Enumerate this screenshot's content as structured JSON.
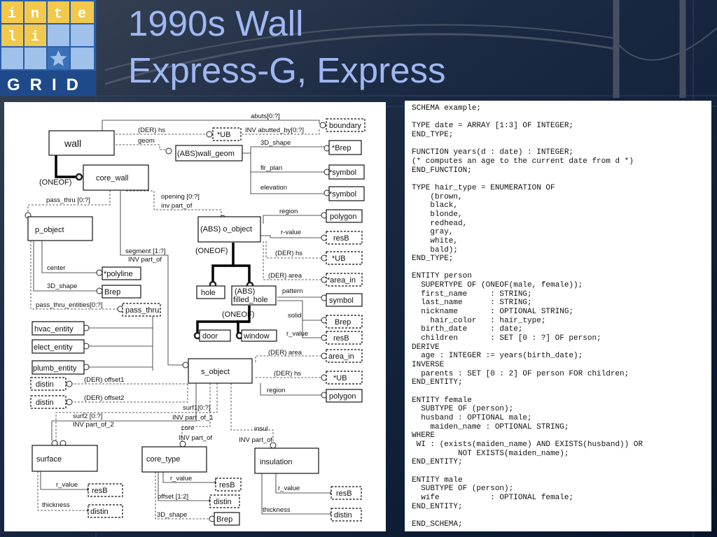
{
  "slide": {
    "title_line1": "1990s Wall",
    "title_line2": "Express-G, Express"
  },
  "logo": {
    "letters": [
      "i",
      "n",
      "t",
      "e",
      "l",
      "i"
    ],
    "bottom_text": "GRID",
    "icon": "star-icon"
  },
  "colors": {
    "background": "#0b1a33",
    "title": "#9fb8f3",
    "logo_blue": "#3a70b8",
    "logo_yellow": "#f2c94c",
    "logo_light": "#ffffff"
  },
  "diagram": {
    "entities": {
      "wall": "wall",
      "core_wall": "core_wall",
      "wall_geom": "(ABS)wall_geom",
      "p_object": "p_object",
      "o_object": "(ABS) o_object",
      "hole": "hole",
      "filled_hole_1": "(ABS)",
      "filled_hole_2": "filled_hole",
      "door": "door",
      "window": "window",
      "s_object": "s_object",
      "surface": "surface",
      "core_type": "core_type",
      "insulation": "insulation"
    },
    "types": {
      "boundary": "boundary",
      "ub1": "*UB",
      "brep1": "*Brep",
      "symbol1": "*symbol",
      "symbol2": "*symbol",
      "polygon1": "polygon",
      "resb1": "resB",
      "ub2": "*UB",
      "area_in1": "*area_in",
      "symbol3": "symbol",
      "brep2": "Brep",
      "resb2": "resB",
      "polyline": "*polyline",
      "brep3": "Brep",
      "pass_thru": "pass_thru",
      "hvac_entity": "hvac_entity",
      "elect_entity": "elect_entity",
      "plumb_entity": "plumb_entity",
      "area_in2": "area_in",
      "ub3": "*UB",
      "polygon2": "polygon",
      "distin1": "distin",
      "distin2": "distin",
      "resb3": "resB",
      "distin3": "distin",
      "resb4": "resB",
      "distin4": "distin",
      "brep4": "Brep",
      "resb5": "resB",
      "distin5": "distin"
    },
    "labels": {
      "abuts": "abuts[0:?]",
      "der_hs1": "(DER) hs",
      "inv_abutted_by": "INV abutted_by[0:?]",
      "geom": "geom",
      "shape_3d1": "3D_shape",
      "flr_plan": "flr_plan",
      "elevation": "elevation",
      "oneof1": "(ONEOF)",
      "opening": "opening [0:?]",
      "inv_part_of1": "inv part_of",
      "pass_thru_rel": "pass_thru [0:?]",
      "region1": "region",
      "r_value1": "r-value",
      "der_hs2": "(DER) hs",
      "der_area1": "(DER) area",
      "pattern": "pattern",
      "solid": "solid",
      "r_value2": "r_value",
      "oneof2": "(ONEOF)",
      "oneof3": "(ONEOF)",
      "segment": "segment [1:?]",
      "inv_part_of2": "INV part_of",
      "center": "center",
      "shape_3d2": "3D_shape",
      "pass_thru_entities": "pass_thru_entities[0:?]",
      "der_area2": "(DER) area",
      "der_hs3": "(DER) hs",
      "region2": "region",
      "der_offset1": "(DER) offset1",
      "der_offset2": "(DER) offset2",
      "surf1": "surf1[0:?]",
      "surf2": "surf2 [0:?]",
      "inv_part_of_1": "INV part_of_1",
      "inv_part_of_2": "INV part_of_2",
      "core": "core",
      "inv_part_of3": "INV part_of",
      "insul": "insul",
      "inv_part_of4": "INV part_of",
      "r_value3": "r_value",
      "thickness1": "thickness",
      "r_value4": "r_value",
      "offset": "offset [1:2]",
      "shape_3d3": "3D_shape",
      "r_value5": "r_value",
      "thickness2": "thickness"
    }
  },
  "schema_text": "SCHEMA example;\n\nTYPE date = ARRAY [1:3] OF INTEGER;\nEND_TYPE;\n\nFUNCTION years(d : date) : INTEGER;\n(* computes an age to the current date from d *)\nEND_FUNCTION;\n\nTYPE hair_type = ENUMERATION OF\n    (brown,\n    black,\n    blonde,\n    redhead,\n    gray,\n    white,\n    bald);\nEND_TYPE;\n\nENTITY person\n  SUPERTYPE OF (ONEOF(male, female));\n  first_name     : STRING;\n  last_name      : STRING;\n  nickname       : OPTIONAL STRING;\n    hair_color   : hair_type;\n  birth_date     : date;\n  children       : SET [0 : ?] OF person;\nDERIVE\n  age : INTEGER := years(birth_date);\nINVERSE\n  parents : SET [0 : 2] OF person FOR children;\nEND_ENTITY;\n\nENTITY female\n  SUBTYPE OF (person);\n  husband : OPTIONAL male;\n    maiden_name : OPTIONAL STRING;\nWHERE\n WI : (exists(maiden_name) AND EXISTS(husband)) OR\n          NOT EXISTS(maiden_name);\nEND_ENTITY;\n\nENTITY male\n  SUBTYPE OF (person);\n  wife           : OPTIONAL female;\nEND_ENTITY;\n\nEND_SCHEMA;"
}
